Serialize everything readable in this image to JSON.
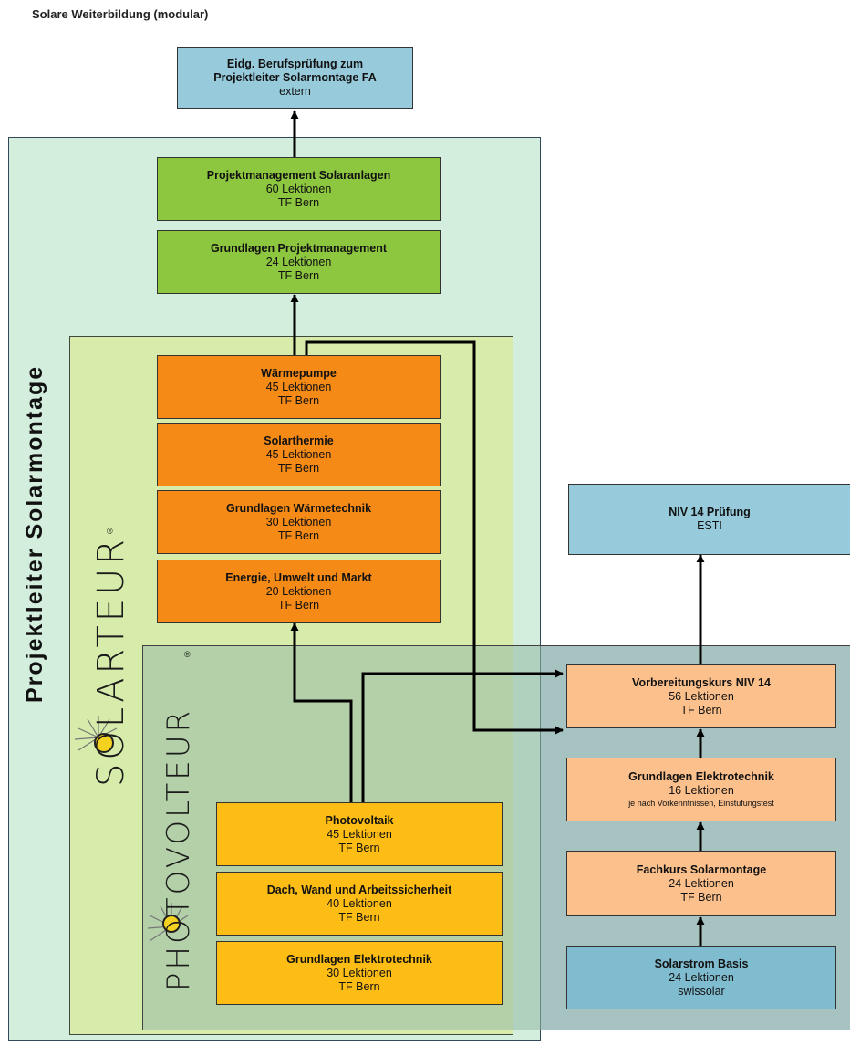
{
  "title": "Solare Weiterbildung (modular)",
  "regions": {
    "pl": "Projektleiter Solarmontage",
    "solarteur": "SOLARTEUR",
    "photovolteur": "PHOTOVOLTEUR",
    "reg_mark": "®"
  },
  "top_box": {
    "l1": "Eidg. Berufsprüfung zum",
    "l2": "Projektleiter Solarmontage FA",
    "l3": "extern"
  },
  "modules": [
    {
      "title": "Projektmanagement Solaranlagen",
      "l2": "60 Lektionen",
      "l3": "TF Bern"
    },
    {
      "title": "Grundlagen Projektmanagement",
      "l2": "24 Lektionen",
      "l3": "TF Bern"
    },
    {
      "title": "Wärmepumpe",
      "l2": "45 Lektionen",
      "l3": "TF Bern"
    },
    {
      "title": "Solarthermie",
      "l2": "45 Lektionen",
      "l3": "TF Bern"
    },
    {
      "title": "Grundlagen Wärmetechnik",
      "l2": "30 Lektionen",
      "l3": "TF Bern"
    },
    {
      "title": "Energie, Umwelt und Markt",
      "l2": "20 Lektionen",
      "l3": "TF Bern"
    },
    {
      "title": "Photovoltaik",
      "l2": "45 Lektionen",
      "l3": "TF Bern"
    },
    {
      "title": "Dach, Wand und Arbeitssicherheit",
      "l2": "40 Lektionen",
      "l3": "TF Bern"
    },
    {
      "title": "Grundlagen Elektrotechnik",
      "l2": "30 Lektionen",
      "l3": "TF Bern"
    },
    {
      "title": "Vorbereitungskurs NIV 14",
      "l2": "56 Lektionen",
      "l3": "TF Bern"
    },
    {
      "title": "Grundlagen Elektrotechnik",
      "l2": "16 Lektionen",
      "l3": "je nach Vorkenntnissen, Einstufungstest"
    },
    {
      "title": "Fachkurs Solarmontage",
      "l2": "24 Lektionen",
      "l3": "TF Bern"
    },
    {
      "title": "Solarstrom Basis",
      "l2": "24 Lektionen",
      "l3": "swissolar"
    }
  ],
  "niv_box": {
    "title": "NIV 14 Prüfung",
    "l2": "ESTI"
  },
  "colors": {
    "blue": "#97cbdc",
    "green": "#8dc63f",
    "orange": "#f58a17",
    "yellow": "#fdbd15",
    "peach": "#fbc08c",
    "steel": "#80bccf"
  }
}
